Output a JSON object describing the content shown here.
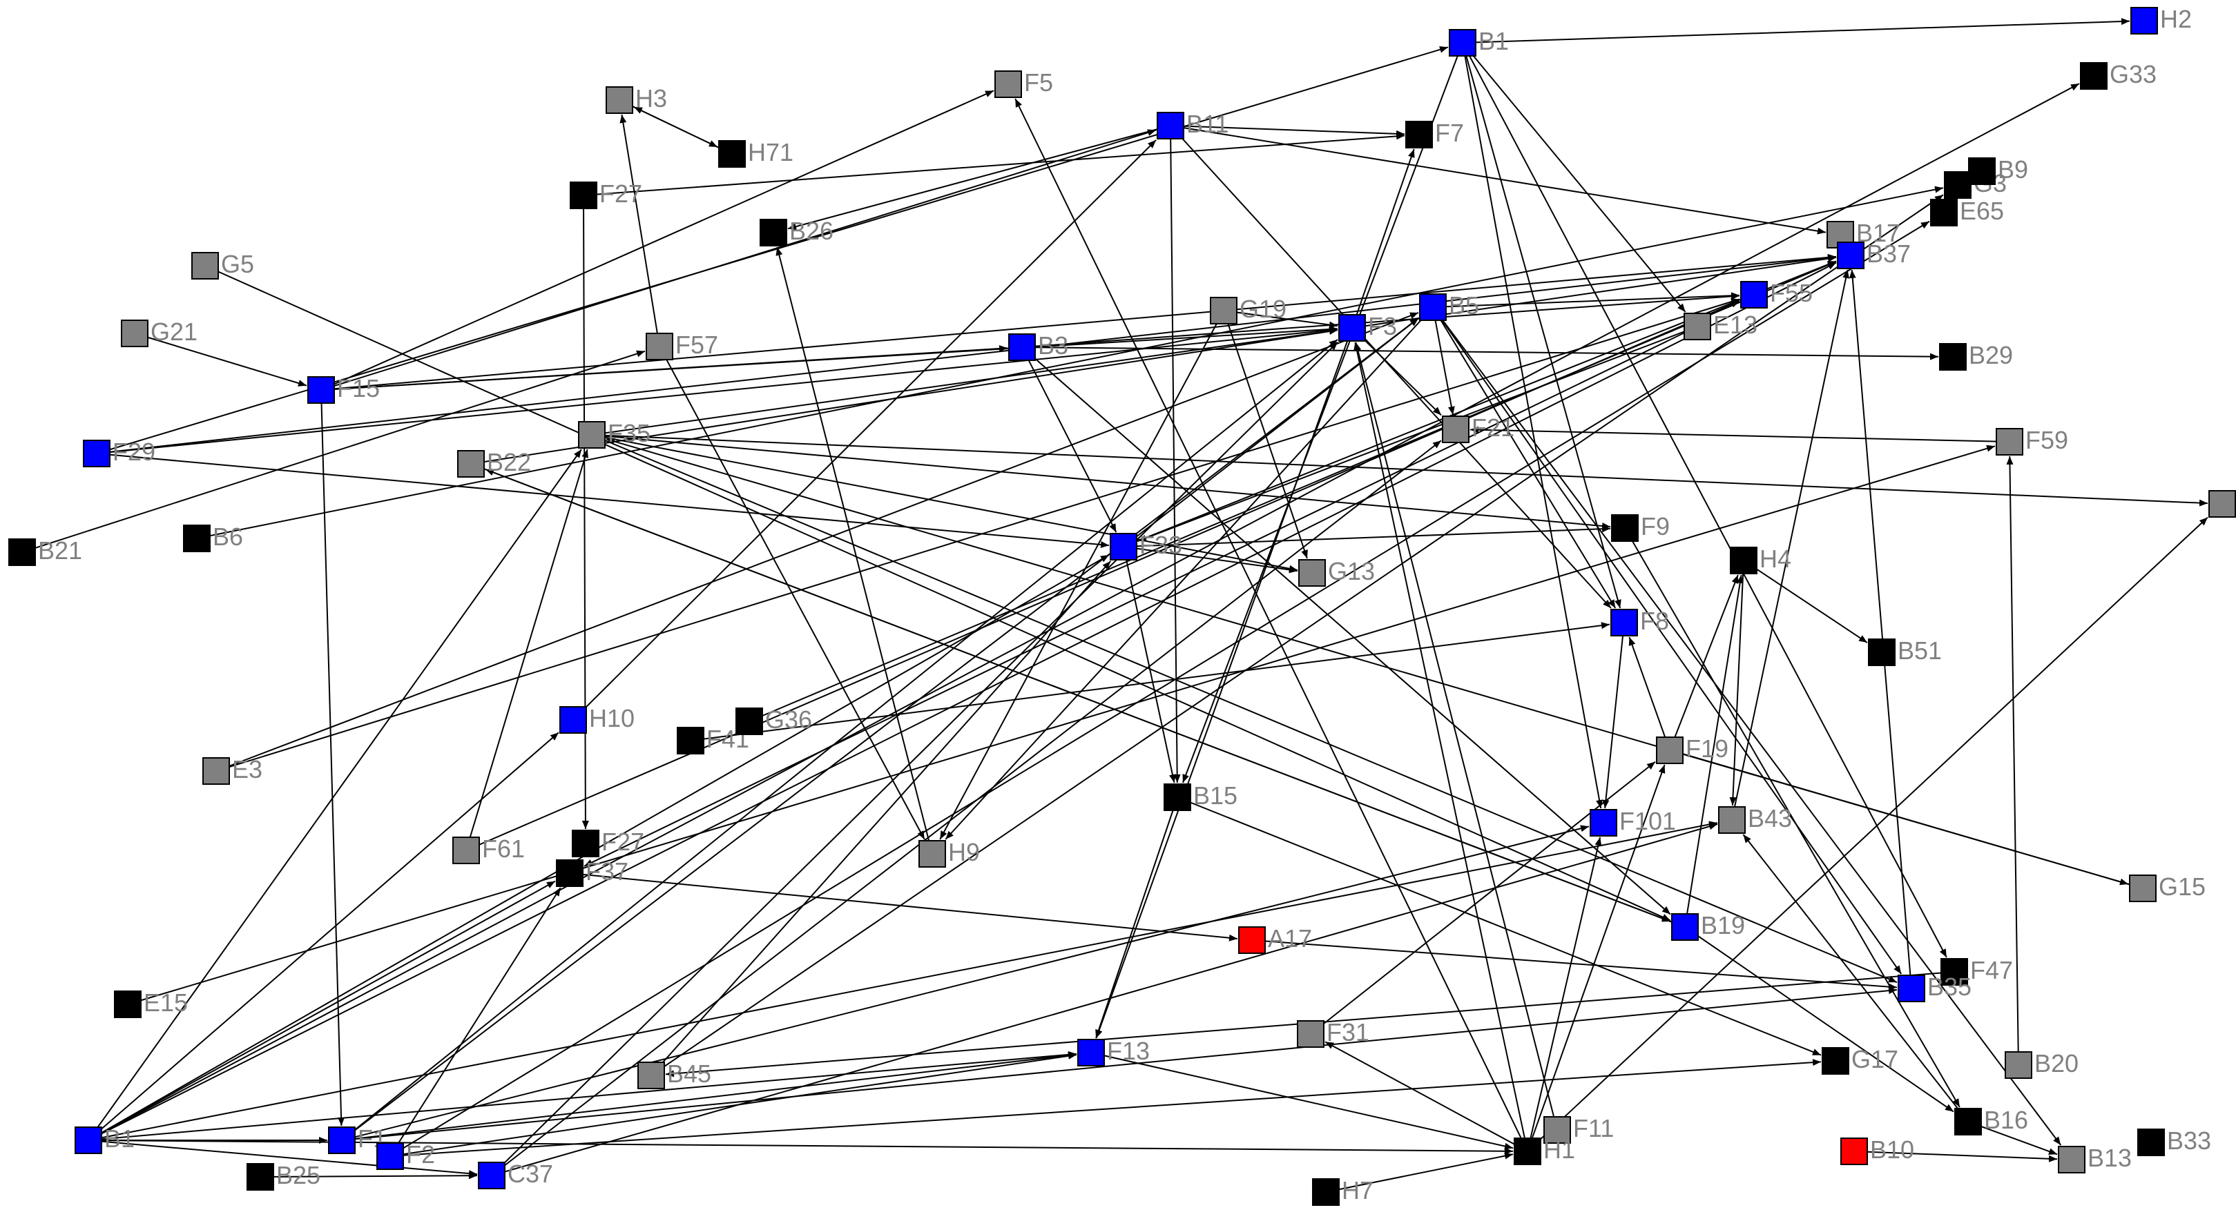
{
  "graph": {
    "colors": {
      "blue": "#0000ff",
      "gray": "#808080",
      "black": "#000000",
      "red": "#ff0000",
      "edge": "#000000",
      "label": "#808080"
    },
    "nodes": [
      {
        "id": "B1",
        "label": "B1",
        "color": "blue"
      },
      {
        "id": "H2",
        "label": "H2",
        "color": "blue"
      },
      {
        "id": "G33",
        "label": "G33",
        "color": "black"
      },
      {
        "id": "F5",
        "label": "F5",
        "color": "gray"
      },
      {
        "id": "H3",
        "label": "H3",
        "color": "gray"
      },
      {
        "id": "H71",
        "label": "H71",
        "color": "black"
      },
      {
        "id": "B11",
        "label": "B11",
        "color": "blue"
      },
      {
        "id": "F7",
        "label": "F7",
        "color": "black"
      },
      {
        "id": "F27a",
        "label": "F27",
        "color": "black"
      },
      {
        "id": "G3",
        "label": "G3",
        "color": "black"
      },
      {
        "id": "B9",
        "label": "B9",
        "color": "black"
      },
      {
        "id": "E65",
        "label": "E65",
        "color": "black"
      },
      {
        "id": "B26",
        "label": "B26",
        "color": "black"
      },
      {
        "id": "B17",
        "label": "B17",
        "color": "gray"
      },
      {
        "id": "B37",
        "label": "B37",
        "color": "blue"
      },
      {
        "id": "G5",
        "label": "G5",
        "color": "gray"
      },
      {
        "id": "G19",
        "label": "G19",
        "color": "gray"
      },
      {
        "id": "F3",
        "label": "F3",
        "color": "blue"
      },
      {
        "id": "B5",
        "label": "B5",
        "color": "blue"
      },
      {
        "id": "F55",
        "label": "F55",
        "color": "blue"
      },
      {
        "id": "E13",
        "label": "E13",
        "color": "gray"
      },
      {
        "id": "G21",
        "label": "G21",
        "color": "gray"
      },
      {
        "id": "F57",
        "label": "F57",
        "color": "gray"
      },
      {
        "id": "B3",
        "label": "B3",
        "color": "blue"
      },
      {
        "id": "B29",
        "label": "B29",
        "color": "black"
      },
      {
        "id": "F15",
        "label": "F15",
        "color": "blue"
      },
      {
        "id": "F35",
        "label": "F35",
        "color": "gray"
      },
      {
        "id": "F21",
        "label": "F21",
        "color": "gray"
      },
      {
        "id": "F59",
        "label": "F59",
        "color": "gray"
      },
      {
        "id": "F29",
        "label": "F29",
        "color": "blue"
      },
      {
        "id": "B22",
        "label": "B22",
        "color": "gray"
      },
      {
        "id": "RIGHT",
        "label": "",
        "color": "gray"
      },
      {
        "id": "B21",
        "label": "B21",
        "color": "black"
      },
      {
        "id": "B6",
        "label": "B6",
        "color": "black"
      },
      {
        "id": "F33",
        "label": "F33",
        "color": "blue"
      },
      {
        "id": "F9",
        "label": "F9",
        "color": "black"
      },
      {
        "id": "G13",
        "label": "G13",
        "color": "gray"
      },
      {
        "id": "H4",
        "label": "H4",
        "color": "black"
      },
      {
        "id": "F8",
        "label": "F8",
        "color": "blue"
      },
      {
        "id": "B51",
        "label": "B51",
        "color": "black"
      },
      {
        "id": "H10",
        "label": "H10",
        "color": "blue"
      },
      {
        "id": "F41",
        "label": "F41",
        "color": "black"
      },
      {
        "id": "G36",
        "label": "G36",
        "color": "black"
      },
      {
        "id": "E3",
        "label": "E3",
        "color": "gray"
      },
      {
        "id": "F19",
        "label": "F19",
        "color": "gray"
      },
      {
        "id": "B15",
        "label": "B15",
        "color": "black"
      },
      {
        "id": "F101",
        "label": "F101",
        "color": "blue"
      },
      {
        "id": "B43",
        "label": "B43",
        "color": "gray"
      },
      {
        "id": "F61",
        "label": "F61",
        "color": "gray"
      },
      {
        "id": "F27b",
        "label": "F27",
        "color": "black"
      },
      {
        "id": "H9",
        "label": "H9",
        "color": "gray"
      },
      {
        "id": "F37",
        "label": "F37",
        "color": "black"
      },
      {
        "id": "G15",
        "label": "G15",
        "color": "gray"
      },
      {
        "id": "B19",
        "label": "B19",
        "color": "blue"
      },
      {
        "id": "A17",
        "label": "A17",
        "color": "red"
      },
      {
        "id": "F47",
        "label": "F47",
        "color": "black"
      },
      {
        "id": "E15",
        "label": "E15",
        "color": "black"
      },
      {
        "id": "B35",
        "label": "B35",
        "color": "blue"
      },
      {
        "id": "F31",
        "label": "F31",
        "color": "gray"
      },
      {
        "id": "F13",
        "label": "F13",
        "color": "blue"
      },
      {
        "id": "B20",
        "label": "B20",
        "color": "gray"
      },
      {
        "id": "B45",
        "label": "B45",
        "color": "gray"
      },
      {
        "id": "G17",
        "label": "G17",
        "color": "black"
      },
      {
        "id": "B16",
        "label": "B16",
        "color": "black"
      },
      {
        "id": "B1b",
        "label": "B1",
        "color": "blue"
      },
      {
        "id": "F1",
        "label": "F1",
        "color": "blue"
      },
      {
        "id": "F11",
        "label": "F11",
        "color": "gray"
      },
      {
        "id": "H1",
        "label": "H1",
        "color": "black"
      },
      {
        "id": "B33",
        "label": "B33",
        "color": "black"
      },
      {
        "id": "F2",
        "label": "F2",
        "color": "blue"
      },
      {
        "id": "B10",
        "label": "B10",
        "color": "red"
      },
      {
        "id": "B13",
        "label": "B13",
        "color": "gray"
      },
      {
        "id": "B25",
        "label": "B25",
        "color": "black"
      },
      {
        "id": "C37",
        "label": "C37",
        "color": "blue"
      },
      {
        "id": "H7",
        "label": "H7",
        "color": "black"
      }
    ],
    "edges": [
      [
        "B1",
        "H2"
      ],
      [
        "B1",
        "F101"
      ],
      [
        "B1",
        "F8"
      ],
      [
        "B1",
        "F47"
      ],
      [
        "B1",
        "E13"
      ],
      [
        "B1",
        "B15"
      ],
      [
        "F29",
        "B1"
      ],
      [
        "H3",
        "H71"
      ],
      [
        "H71",
        "H3"
      ],
      [
        "F57",
        "H3"
      ],
      [
        "F57",
        "H9"
      ],
      [
        "B11",
        "F7"
      ],
      [
        "B11",
        "B15"
      ],
      [
        "B11",
        "F8"
      ],
      [
        "B11",
        "B17"
      ],
      [
        "B11",
        "B26"
      ],
      [
        "F27a",
        "F27b"
      ],
      [
        "F27a",
        "F7"
      ],
      [
        "F15",
        "F5"
      ],
      [
        "F15",
        "B11"
      ],
      [
        "F15",
        "F3"
      ],
      [
        "F15",
        "B37"
      ],
      [
        "F15",
        "F1"
      ],
      [
        "F15",
        "B3"
      ],
      [
        "G5",
        "B19"
      ],
      [
        "G21",
        "F15"
      ],
      [
        "G19",
        "F3"
      ],
      [
        "G19",
        "H9"
      ],
      [
        "G19",
        "G13"
      ],
      [
        "B3",
        "F33"
      ],
      [
        "B3",
        "B29"
      ],
      [
        "B3",
        "F55"
      ],
      [
        "B3",
        "B19"
      ],
      [
        "F3",
        "F7"
      ],
      [
        "F3",
        "F21"
      ],
      [
        "F3",
        "F13"
      ],
      [
        "F3",
        "B37"
      ],
      [
        "B5",
        "F55"
      ],
      [
        "B5",
        "F21"
      ],
      [
        "B5",
        "F8"
      ],
      [
        "B5",
        "B35"
      ],
      [
        "B5",
        "H9"
      ],
      [
        "B5",
        "B13"
      ],
      [
        "E13",
        "F33"
      ],
      [
        "E13",
        "F37"
      ],
      [
        "F35",
        "F3"
      ],
      [
        "F35",
        "F9"
      ],
      [
        "F35",
        "G13"
      ],
      [
        "F35",
        "RIGHT"
      ],
      [
        "F35",
        "B35"
      ],
      [
        "F29",
        "B37"
      ],
      [
        "F29",
        "F33"
      ],
      [
        "F29",
        "F3"
      ],
      [
        "B22",
        "B19"
      ],
      [
        "B22",
        "F3"
      ],
      [
        "B21",
        "F57"
      ],
      [
        "B6",
        "G3"
      ],
      [
        "F33",
        "B5"
      ],
      [
        "F33",
        "B15"
      ],
      [
        "F33",
        "F33"
      ],
      [
        "F33",
        "B37"
      ],
      [
        "F33",
        "F9"
      ],
      [
        "F33",
        "G13"
      ],
      [
        "H4",
        "B51"
      ],
      [
        "H4",
        "B43"
      ],
      [
        "F8",
        "F101"
      ],
      [
        "F19",
        "H4"
      ],
      [
        "F19",
        "F8"
      ],
      [
        "F19",
        "G15"
      ],
      [
        "H10",
        "B11"
      ],
      [
        "E3",
        "F55"
      ],
      [
        "E3",
        "B5"
      ],
      [
        "G36",
        "B37"
      ],
      [
        "F41",
        "F8"
      ],
      [
        "B15",
        "F13"
      ],
      [
        "B15",
        "G17"
      ],
      [
        "F61",
        "F35"
      ],
      [
        "F61",
        "F55"
      ],
      [
        "H9",
        "B26"
      ],
      [
        "F37",
        "A17"
      ],
      [
        "B19",
        "B22"
      ],
      [
        "B19",
        "H4"
      ],
      [
        "B19",
        "B16"
      ],
      [
        "A17",
        "B35"
      ],
      [
        "F47",
        "B45"
      ],
      [
        "B35",
        "B37"
      ],
      [
        "F31",
        "F19"
      ],
      [
        "F13",
        "H1"
      ],
      [
        "B20",
        "F59"
      ],
      [
        "B45",
        "F33"
      ],
      [
        "B45",
        "G3"
      ],
      [
        "B16",
        "B13"
      ],
      [
        "B16",
        "B43"
      ],
      [
        "B1b",
        "H10"
      ],
      [
        "B1b",
        "F33"
      ],
      [
        "B1b",
        "F37"
      ],
      [
        "B1b",
        "F35"
      ],
      [
        "B1b",
        "F1"
      ],
      [
        "B1b",
        "F13"
      ],
      [
        "B1b",
        "B43"
      ],
      [
        "B1b",
        "G33"
      ],
      [
        "B1b",
        "C37"
      ],
      [
        "B1b",
        "H1"
      ],
      [
        "B1b",
        "B37"
      ],
      [
        "F1",
        "F3"
      ],
      [
        "F1",
        "B5"
      ],
      [
        "F1",
        "F13"
      ],
      [
        "F1",
        "B35"
      ],
      [
        "F1",
        "F101"
      ],
      [
        "F2",
        "E65"
      ],
      [
        "F2",
        "G17"
      ],
      [
        "F2",
        "F13"
      ],
      [
        "F2",
        "F37"
      ],
      [
        "C37",
        "F3"
      ],
      [
        "C37",
        "F21"
      ],
      [
        "C37",
        "B43"
      ],
      [
        "H1",
        "F19"
      ],
      [
        "H1",
        "F31"
      ],
      [
        "H1",
        "F5"
      ],
      [
        "H1",
        "F101"
      ],
      [
        "H1",
        "RIGHT"
      ],
      [
        "H1",
        "F3"
      ],
      [
        "F11",
        "F3"
      ],
      [
        "H7",
        "H1"
      ],
      [
        "B10",
        "B13"
      ],
      [
        "B25",
        "C37"
      ],
      [
        "E15",
        "F59"
      ],
      [
        "F9",
        "B16"
      ],
      [
        "G15",
        "F35"
      ],
      [
        "F59",
        "F21"
      ],
      [
        "B43",
        "B37"
      ]
    ]
  }
}
